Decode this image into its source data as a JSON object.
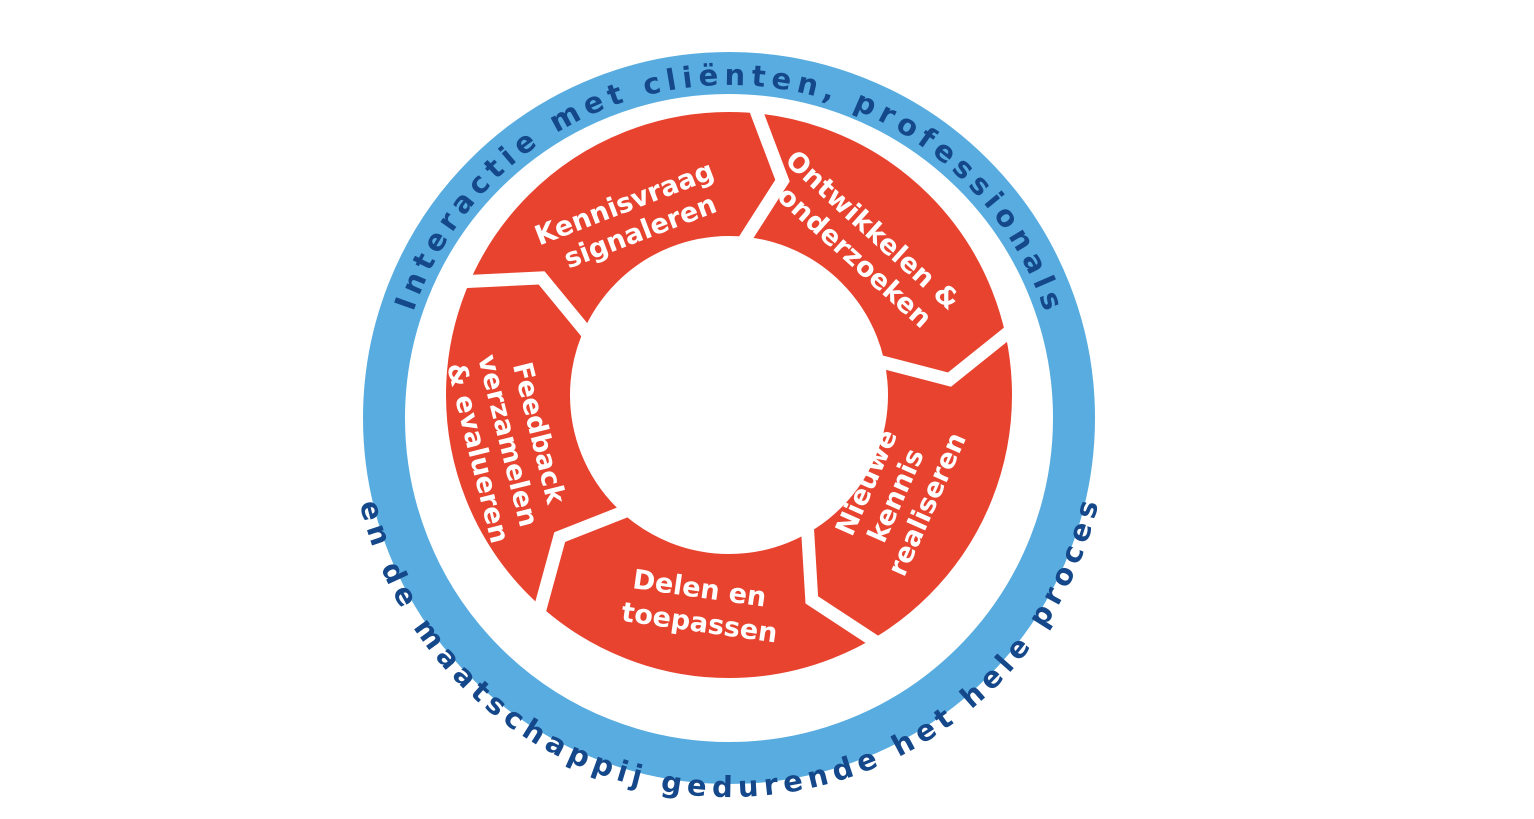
{
  "colors": {
    "outer_ring": "#58ace0",
    "outer_text": "#14488a",
    "process_ring": "#e8432f",
    "segment_text": "#ffffff",
    "background": "#ffffff"
  },
  "outer_ring": {
    "top_text": "Interactie met cliënten, professionals",
    "bottom_text": "en de maatschappij gedurende het hele proces"
  },
  "segments": [
    {
      "lines": [
        "Kennisvraag",
        "signaleren"
      ]
    },
    {
      "lines": [
        "Ontwikkelen &",
        "onderzoeken"
      ]
    },
    {
      "lines": [
        "Nieuwe",
        "kennis",
        "realiseren"
      ]
    },
    {
      "lines": [
        "Delen en",
        "toepassen"
      ]
    },
    {
      "lines": [
        "Feedback",
        "verzamelen",
        "& evalueren"
      ]
    }
  ]
}
